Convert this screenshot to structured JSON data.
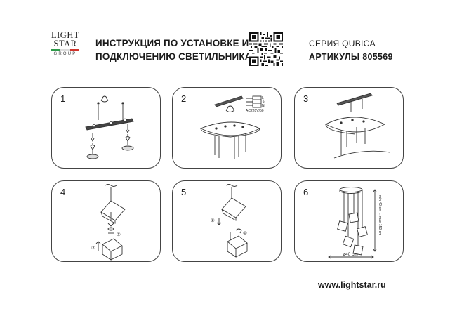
{
  "brand": {
    "line1": "LIGHT",
    "line2": "STAR",
    "line3": "GROUP",
    "flag_colors": [
      "#2e9a4a",
      "#ffffff",
      "#d0342c"
    ]
  },
  "title": {
    "line1": "ИНСТРУКЦИЯ ПО УСТАНОВКЕ И",
    "line2": "ПОДКЛЮЧЕНИЮ СВЕТИЛЬНИКА"
  },
  "series": {
    "label": "СЕРИЯ QUBICA",
    "articles": "АРТИКУЛЫ 805569"
  },
  "steps": [
    {
      "number": "1"
    },
    {
      "number": "2"
    },
    {
      "number": "3"
    },
    {
      "number": "4"
    },
    {
      "number": "5"
    },
    {
      "number": "6"
    }
  ],
  "step2": {
    "wire_labels": [
      "L",
      "⏚",
      "N"
    ],
    "voltage": "AC220V/50"
  },
  "step4": {
    "markers": [
      "①",
      "②"
    ]
  },
  "step5": {
    "markers": [
      "②",
      "①"
    ]
  },
  "step6": {
    "height": "min 40 cm ... max 150 cm",
    "diameter": "ø40 cm"
  },
  "footer": {
    "website": "www.lightstar.ru"
  }
}
